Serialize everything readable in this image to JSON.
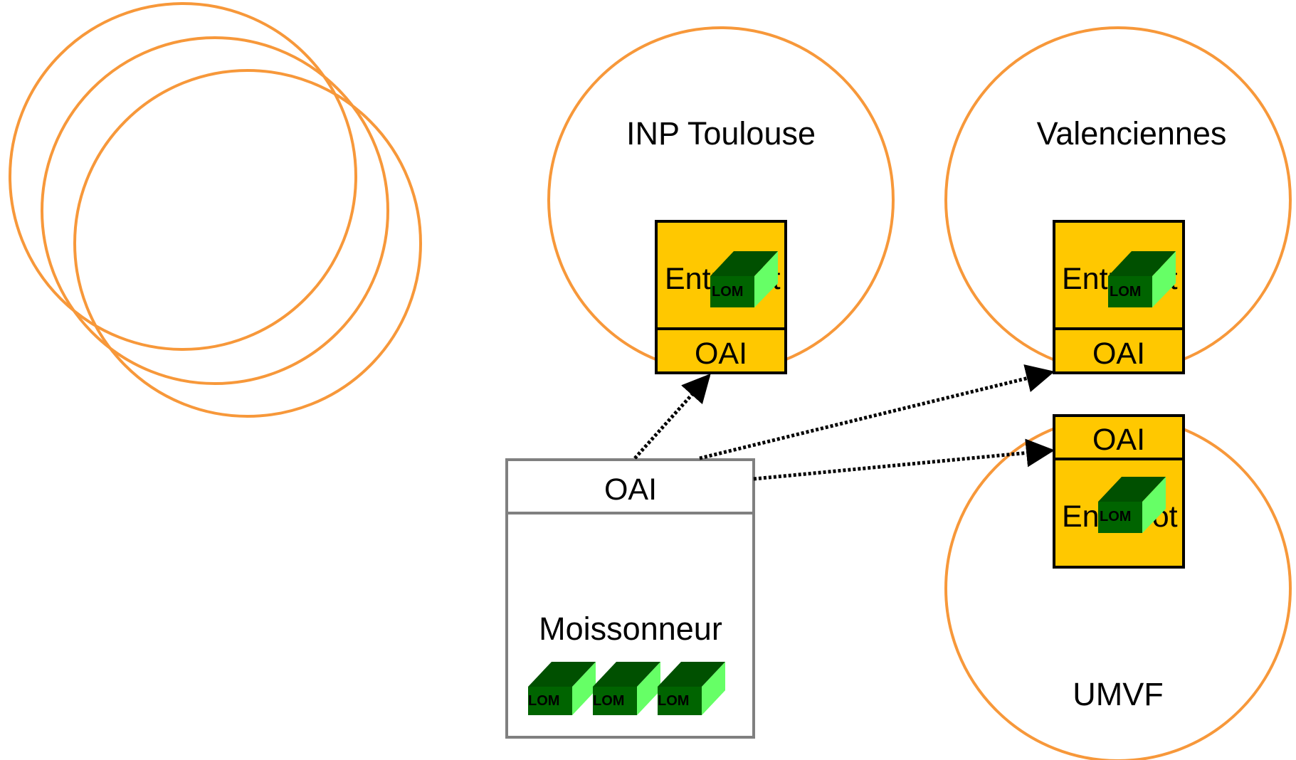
{
  "colors": {
    "circle_stroke": "#F7983A",
    "box_fill": "#FFC800",
    "box_stroke": "#000000",
    "harvester_stroke": "#808080",
    "cube_front": "#006400",
    "cube_top": "#005000",
    "cube_side": "#66FF66",
    "arrow": "#000000"
  },
  "sites": [
    {
      "name": "INP Toulouse",
      "warehouse_label": "Entrepôt",
      "oai_label": "OAI",
      "cube_label": "LOM"
    },
    {
      "name": "Valenciennes",
      "warehouse_label": "Entrepôt",
      "oai_label": "OAI",
      "cube_label": "LOM"
    },
    {
      "name": "UMVF",
      "warehouse_label": "Entrepôt",
      "oai_label": "OAI",
      "cube_label": "LOM"
    }
  ],
  "harvester": {
    "oai_label": "OAI",
    "title": "Moissonneur",
    "cubes": [
      "LOM",
      "LOM",
      "LOM"
    ]
  }
}
